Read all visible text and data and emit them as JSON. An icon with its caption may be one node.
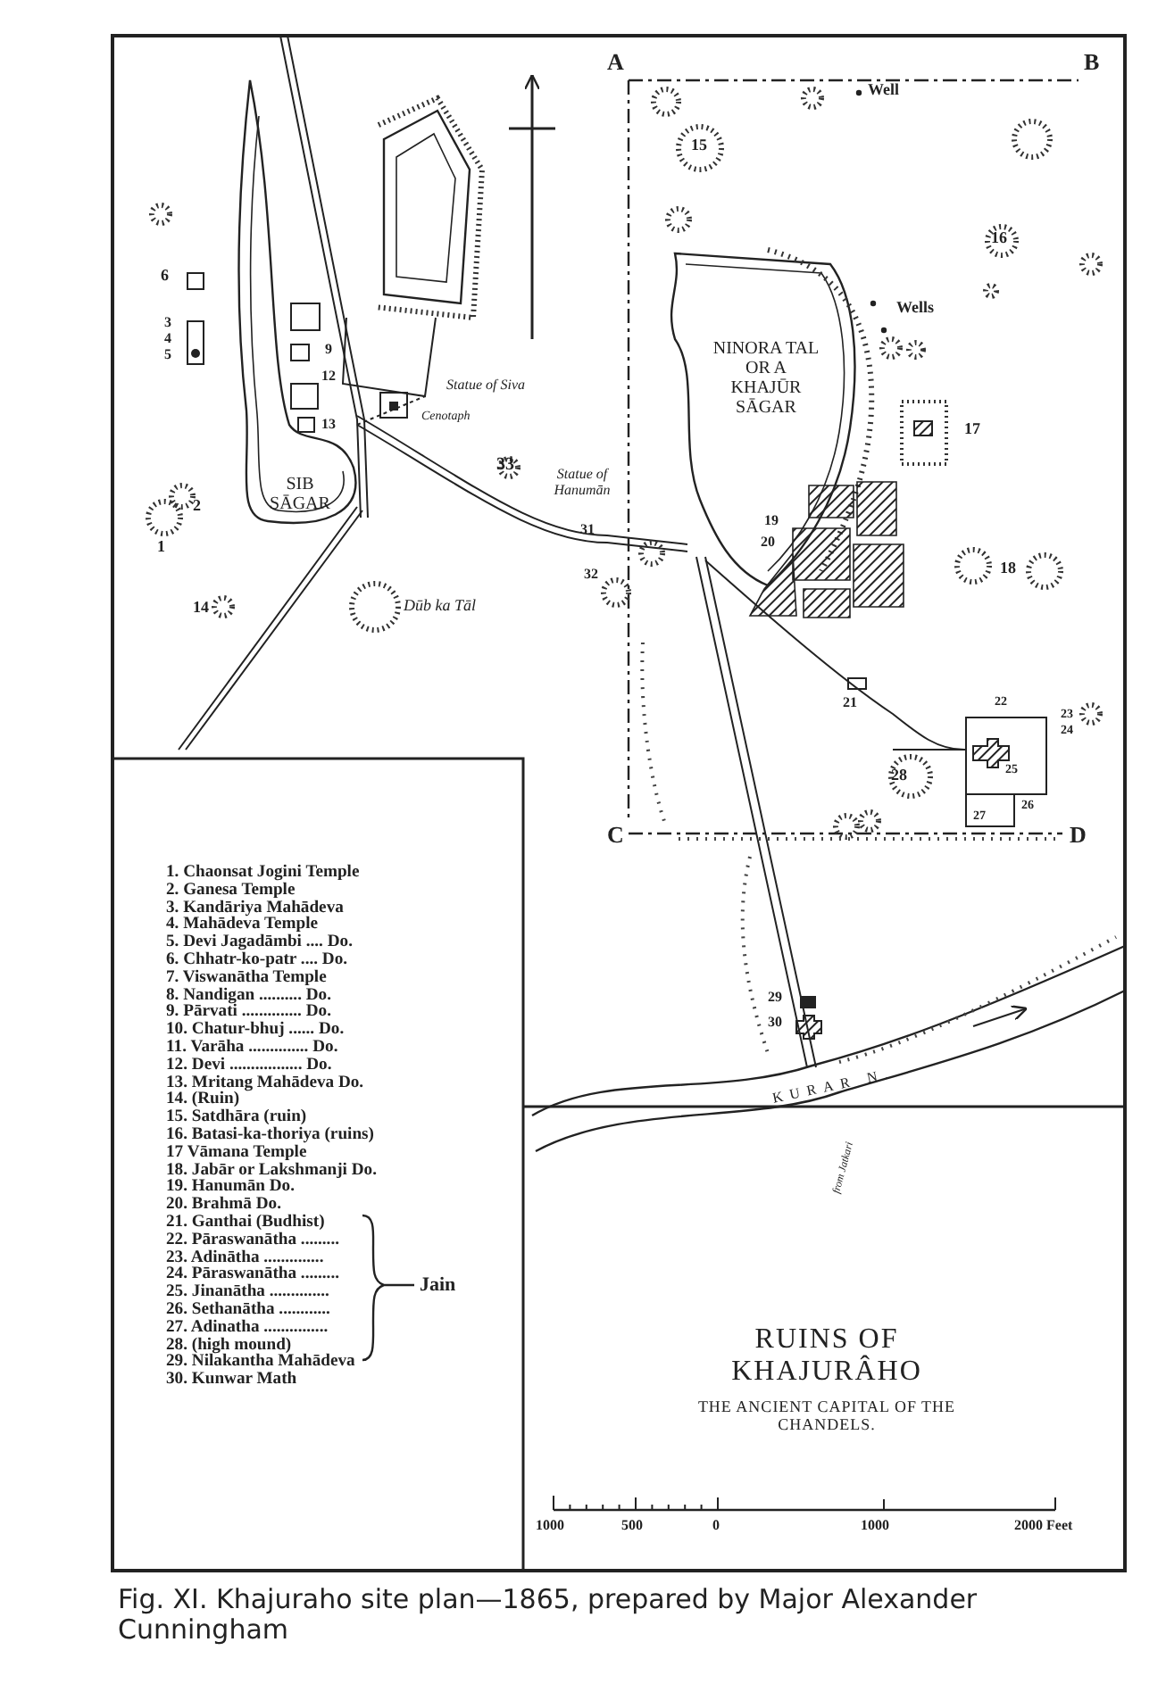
{
  "diagram": {
    "title": "RUINS OF KHAJURÂHO",
    "caption": "Fig. XI. Khajuraho site plan—1865, prepared by Major Alexander Cunningham",
    "labels": [
      "A",
      "Well",
      "B",
      "15",
      "16",
      "6",
      "3",
      "4",
      "5",
      "9",
      "12",
      "13",
      "Statue of Siva",
      "Cenotaph",
      "33",
      "SIB SĀGAR",
      "2",
      "1",
      "14",
      "Dūb ka Tāl",
      "Statue of Hanumān",
      "31",
      "32",
      "Wells",
      "NINORA TAL OR A KHAJŪR SĀGAR",
      "17",
      "19",
      "20",
      "18",
      "21",
      "22",
      "23",
      "24",
      "25",
      "26",
      "27",
      "28",
      "C",
      "D",
      "29",
      "30",
      "KURAR N.",
      "from Jatkari",
      "1. Chaonsat Jogini Temple",
      "2. Ganesa Temple",
      "3. Kandāriya Mahādeva",
      "4. Mahādeva Temple",
      "5. Devi Jagadāmbi .... Do.",
      "6. Chhatr-ko-patr .... Do.",
      "7. Viswanātha Temple",
      "8. Nandigan .......... Do.",
      "9. Pārvati .............. Do.",
      "10. Chatur-bhuj ...... Do.",
      "11. Varāha .............. Do.",
      "12. Devi ................. Do.",
      "13. Mritang Mahādeva Do.",
      "14. (Ruin)",
      "15. Satdhāra (ruin)",
      "16. Batasi-ka-thoriya (ruins)",
      "17 Vāmana Temple",
      "18. Jabār or Lakshmanji Do.",
      "19. Hanumān Do.",
      "20. Brahmā Do.",
      "21. Ganthai (Budhist)",
      "22. Pāraswanātha .........",
      "23. Adinātha ..............",
      "24. Pāraswanātha .........",
      "25. Jinanātha ..............",
      "26. Sethanātha ............",
      "27. Adinatha ...............",
      "28. (high mound)",
      "29. Nilakantha Mahādeva",
      "30. Kunwar Math",
      "Jain",
      "THE ANCIENT CAPITAL OF THE CHANDELS.",
      "1000",
      "500",
      "0",
      "1000",
      "2000 Feet"
    ]
  }
}
